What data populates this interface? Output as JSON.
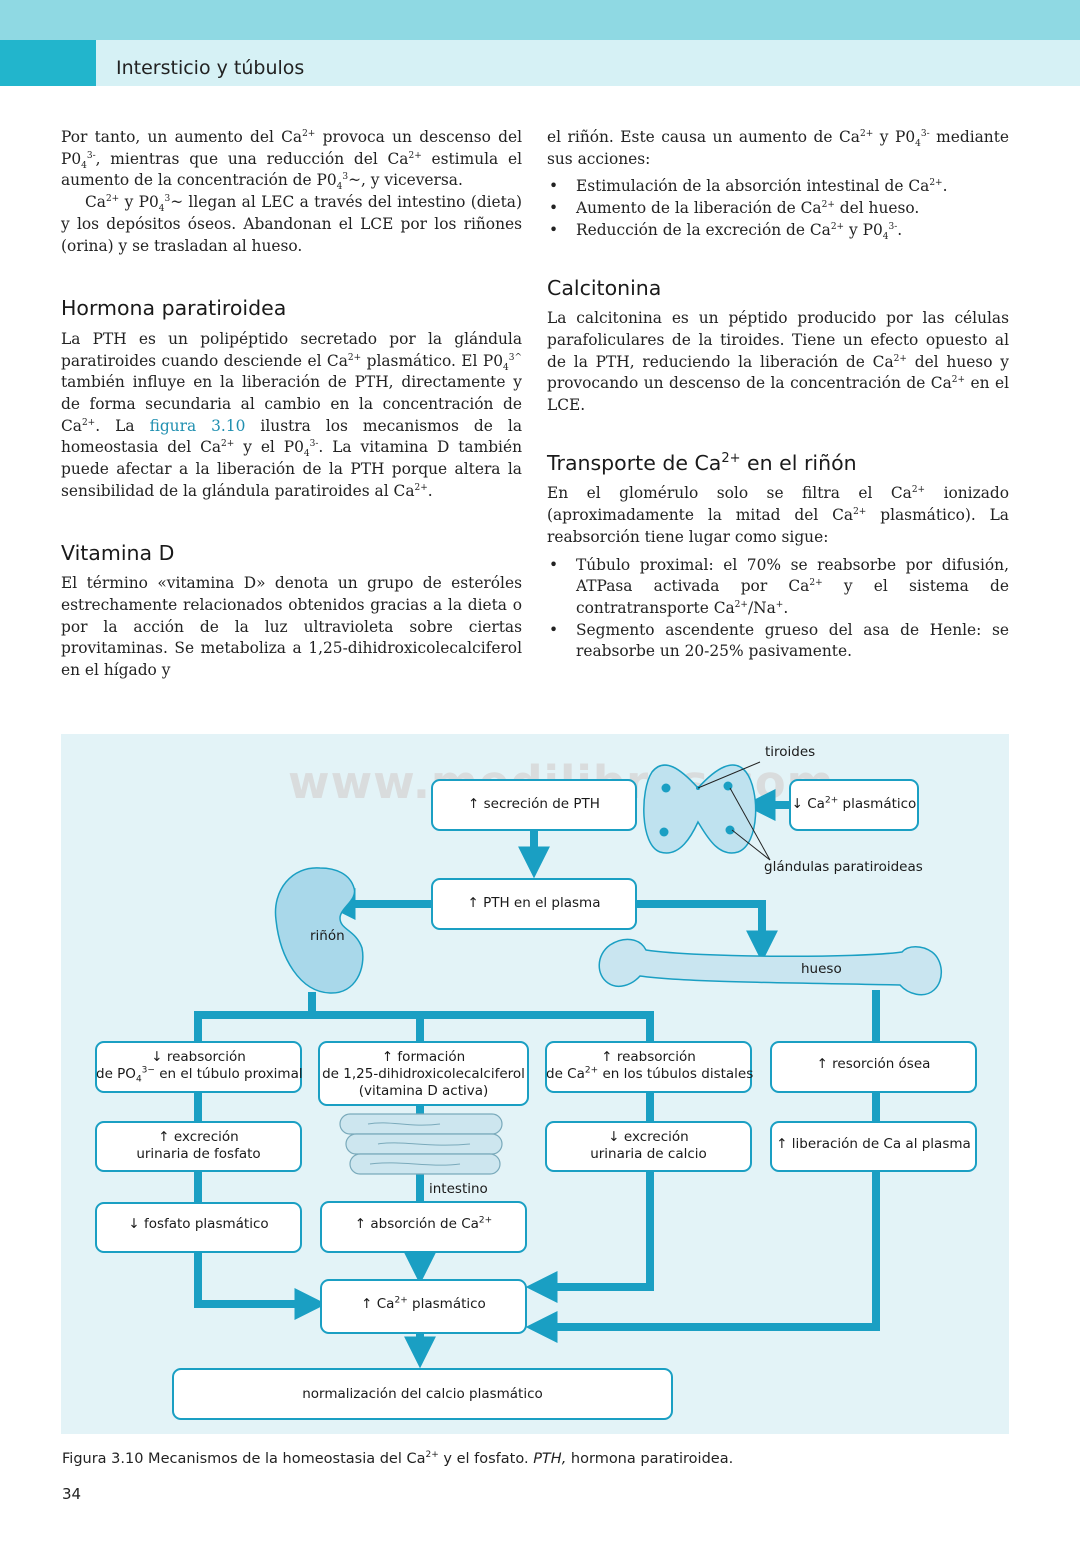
{
  "header": {
    "title": "Intersticio y túbulos"
  },
  "left": {
    "p1": [
      "Por tanto, un aumento del Ca",
      "2+",
      " provoca un descenso del P0",
      "4",
      "3-",
      ", mientras que una reducción del Ca",
      "2+",
      " estimula el aumento de la concentración de P0",
      "4",
      "3",
      "~, y viceversa."
    ],
    "p2": [
      "Ca",
      "2+",
      " y P0",
      "4",
      "3",
      "~ llegan al LEC a través del intestino (dieta) y los depósitos óseos. Abandonan el LCE por los riñones (orina) y se trasladan al hueso."
    ],
    "h_pth": "Hormona paratiroidea",
    "p3a": [
      "La PTH es un polipéptido secretado por la glándula paratiroides cuando desciende el Ca",
      "2+",
      " plasmático. El P0",
      "4",
      "3^",
      " también influye en la liberación de PTH, directamente y de forma secundaria al cambio en la concentración de Ca",
      "2+",
      ". La "
    ],
    "p3_link": "figura 3.10",
    "p3b": [
      " ilustra los mecanismos de la homeostasia del Ca",
      "2+",
      " y el P0",
      "4",
      "3-",
      ". La vitamina D también puede afectar a la liberación de la PTH porque altera la sensibilidad de la glándula paratiroides al Ca",
      "2+",
      "."
    ],
    "h_vitd": "Vitamina D",
    "p4": "El término «vitamina D» denota un grupo de esteróles estrechamente relacionados obtenidos gracias a la dieta o por la acción de la luz ultravioleta sobre ciertas provitaminas. Se metaboliza a 1,25-dihidroxicolecalciferol en el hígado y"
  },
  "right": {
    "p1": [
      "el riñón. Este causa un aumento de Ca",
      "2+",
      " y P0",
      "4",
      "3-",
      " mediante sus acciones:"
    ],
    "b1": [
      "Estimulación de la absorción intestinal de Ca",
      "2+",
      "."
    ],
    "b2": [
      "Aumento de la liberación de Ca",
      "2+",
      " del hueso."
    ],
    "b3": [
      "Reducción de la excreción de Ca",
      "2+",
      " y P0",
      "4",
      "3-",
      "."
    ],
    "h_calc": "Calcitonina",
    "p2": [
      "La calcitonina es un péptido producido por las células parafoliculares de la tiroides. Tiene un efecto opuesto al de la PTH, reduciendo la liberación de Ca",
      "2+",
      " del hueso y provocando un descenso de la concentración de Ca",
      "2+",
      " en el LCE."
    ],
    "h_trans": [
      "Transporte de Ca",
      "2+",
      " en el riñón"
    ],
    "p3": [
      "En el glomérulo solo se filtra el Ca",
      "2+",
      " ionizado (aproximadamente la mitad del Ca",
      "2+",
      " plasmático). La reabsorción tiene lugar como sigue:"
    ],
    "b4": [
      "Túbulo proximal: el 70% se reabsorbe por difusión, ATPasa activada por Ca",
      "2+",
      " y el sistema de contratransporte Ca",
      "2+",
      "/Na",
      "+",
      "."
    ],
    "b5": "Segmento ascendente grueso del asa de Henle: se reabsorbe un 20-25% pasivamente."
  },
  "figure": {
    "watermark": "www.medilibros.com",
    "tiroides": "tiroides",
    "paratiroideas": "glándulas paratiroideas",
    "rinon": "riñón",
    "hueso": "hueso",
    "intestino": "intestino",
    "ca_plasmatico_low": [
      "↓ Ca",
      "2+",
      " plasmático"
    ],
    "secrecion_pth": "↑ secreción de PTH",
    "pth_plasma": "↑ PTH en el plasma",
    "reabs_po4": [
      "↓ reabsorción",
      "de PO",
      "4",
      "3−",
      " en el túbulo proximal"
    ],
    "formacion_vitd": [
      "↑ formación",
      "de 1,25-dihidroxicolecalciferol",
      "(vitamina D activa)"
    ],
    "reabs_ca": [
      "↑ reabsorción",
      "de Ca",
      "2+",
      " en los túbulos distales"
    ],
    "resorcion": "↑ resorción ósea",
    "excrecion_fosfato": [
      "↑ excreción",
      "urinaria de fosfato"
    ],
    "excrecion_calcio": [
      "↓ excreción",
      "urinaria de calcio"
    ],
    "liberacion_ca": "↑ liberación de Ca al plasma",
    "fosfato_plasmatico": "↓ fosfato plasmático",
    "absorcion_ca": [
      "↑ absorción de Ca",
      "2+"
    ],
    "ca_plasmatico_up": [
      "↑ Ca",
      "2+",
      " plasmático"
    ],
    "normalizacion": "normalización del calcio plasmático",
    "colors": {
      "accent": "#1a9fc3",
      "box_border": "#1a9fc3",
      "organ": "#a9d8ea",
      "background": "#e3f3f7"
    }
  },
  "caption": {
    "lead": "Figura 3.10 Mecanismos de la homeostasia del Ca",
    "sup": "2+",
    "mid": " y el fosfato. ",
    "em": "PTH,",
    "tail": " hormona paratiroidea."
  },
  "page_number": "34"
}
